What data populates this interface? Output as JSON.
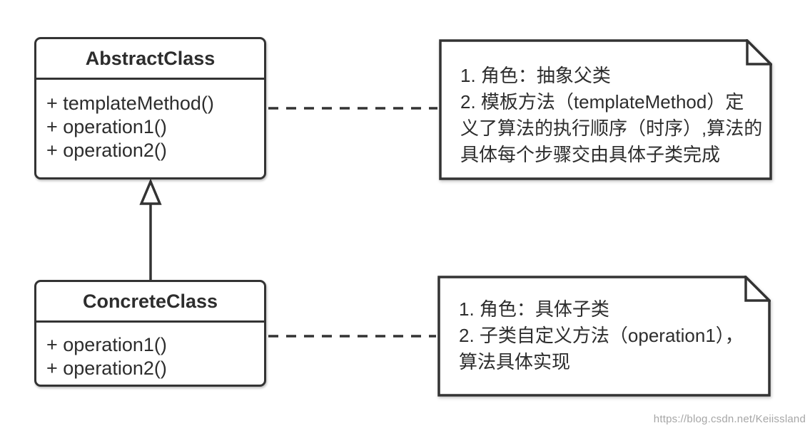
{
  "diagram": {
    "kind": "uml-class-diagram",
    "pattern": "Template Method",
    "classes": [
      {
        "id": "abstract-class",
        "name": "AbstractClass",
        "methods": [
          "+ templateMethod()",
          "+ operation1()",
          "+ operation2()"
        ]
      },
      {
        "id": "concrete-class",
        "name": "ConcreteClass",
        "methods": [
          "+ operation1()",
          "+ operation2()"
        ]
      }
    ],
    "notes": [
      {
        "id": "note-abstract",
        "lines": [
          "1. 角色：抽象父类",
          "2. 模板方法（templateMethod）定",
          "义了算法的执行顺序（时序）,算法的",
          "具体每个步骤交由具体子类完成"
        ]
      },
      {
        "id": "note-concrete",
        "lines": [
          "1. 角色：具体子类",
          "2. 子类自定义方法（operation1），",
          "算法具体实现"
        ]
      }
    ],
    "relations": [
      {
        "type": "generalization",
        "from": "ConcreteClass",
        "to": "AbstractClass"
      },
      {
        "type": "note-link",
        "from": "AbstractClass",
        "to": "note-abstract"
      },
      {
        "type": "note-link",
        "from": "ConcreteClass",
        "to": "note-concrete"
      }
    ]
  },
  "colors": {
    "line": "#333333",
    "text": "#2d2d2d",
    "box_fill": "#ffffff",
    "watermark": "#a6a6a6"
  },
  "watermark": {
    "text": "https://blog.csdn.net/Keiissland"
  }
}
